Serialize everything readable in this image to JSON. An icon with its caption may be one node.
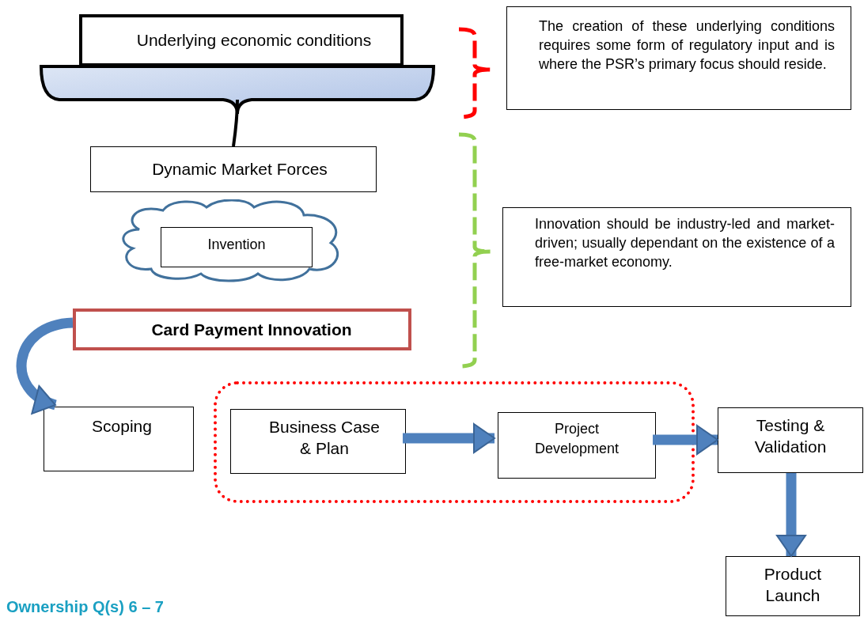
{
  "diagram": {
    "nodes": [
      {
        "text": [
          "Underlying economic conditions"
        ]
      },
      {
        "text": [],
        "shape": "brace"
      },
      {
        "text": [
          "Dynamic Market Forces"
        ]
      },
      {
        "text": [],
        "shape": "cloud"
      },
      {
        "text": [
          "Invention"
        ],
        "in": 3
      },
      {
        "text": [
          "Card Payment Innovation"
        ]
      },
      {
        "text": [
          "Scoping"
        ]
      },
      {
        "text": [],
        "shape": "box"
      },
      {
        "text": [
          "Business Case & Plan"
        ],
        "in": 7
      },
      {
        "text": [
          "Project Development"
        ],
        "in": 7
      },
      {
        "text": [
          "Testing & Validation"
        ]
      },
      {
        "text": [
          "Product Launch"
        ]
      },
      {
        "text": [
          "The creation of these underlying conditions requires some form of regulatory input and is where the PSR’s primary focus should reside."
        ]
      },
      {
        "text": [
          "Innovation should be industry-led and market-driven; usually dependant on the existence of a free-market economy."
        ]
      }
    ],
    "edges": [
      {
        "from": 1,
        "to": 2,
        "arrow": "none",
        "color": "#000000"
      },
      {
        "from": 5,
        "to": 6,
        "arrow": "to"
      },
      {
        "from": 8,
        "to": 9,
        "arrow": "to"
      },
      {
        "from": 9,
        "to": 10,
        "arrow": "to"
      },
      {
        "from": 10,
        "to": 11,
        "arrow": "to"
      }
    ],
    "labels": [
      "Ownership Q(s) 6 – 7"
    ]
  }
}
